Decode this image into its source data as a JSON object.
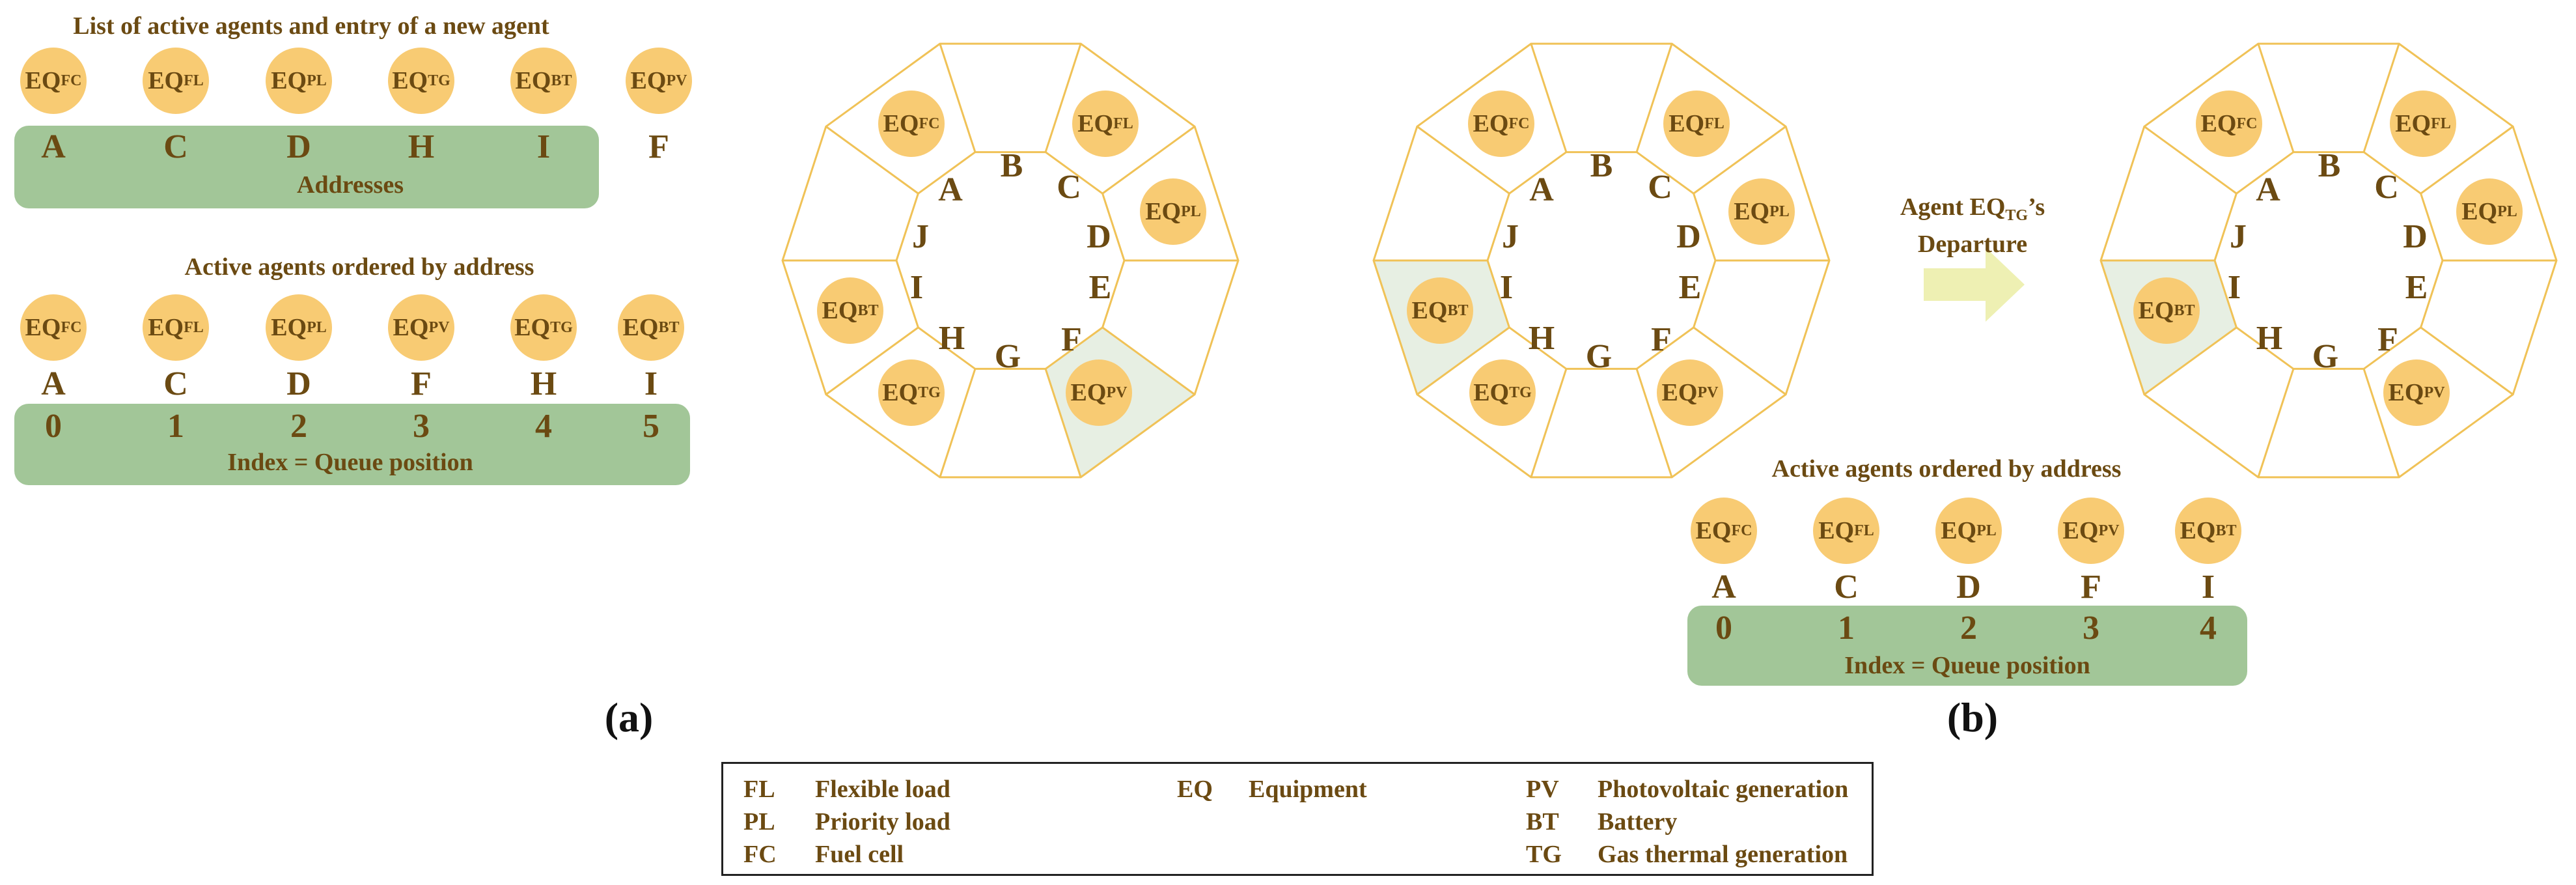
{
  "panel_a": {
    "top_title": "List of active agents and entry of a new agent",
    "top_agents": [
      {
        "base": "EQ",
        "sub": "FC",
        "letter": "A"
      },
      {
        "base": "EQ",
        "sub": "FL",
        "letter": "C"
      },
      {
        "base": "EQ",
        "sub": "PL",
        "letter": "D"
      },
      {
        "base": "EQ",
        "sub": "TG",
        "letter": "H"
      },
      {
        "base": "EQ",
        "sub": "BT",
        "letter": "I"
      },
      {
        "base": "EQ",
        "sub": "PV",
        "letter": "F"
      }
    ],
    "addresses_label": "Addresses",
    "ordered_title": "Active agents ordered by address",
    "ordered_agents": [
      {
        "base": "EQ",
        "sub": "FC",
        "letter": "A",
        "index": "0"
      },
      {
        "base": "EQ",
        "sub": "FL",
        "letter": "C",
        "index": "1"
      },
      {
        "base": "EQ",
        "sub": "PL",
        "letter": "D",
        "index": "2"
      },
      {
        "base": "EQ",
        "sub": "PV",
        "letter": "F",
        "index": "3"
      },
      {
        "base": "EQ",
        "sub": "TG",
        "letter": "H",
        "index": "4"
      },
      {
        "base": "EQ",
        "sub": "BT",
        "letter": "I",
        "index": "5"
      }
    ],
    "index_label": "Index = Queue position",
    "panel_label": "(a)"
  },
  "rings": [
    {
      "letters": [
        "A",
        "B",
        "C",
        "D",
        "E",
        "F",
        "G",
        "H",
        "I",
        "J"
      ],
      "agents": [
        {
          "base": "EQ",
          "sub": "FC"
        },
        {
          "base": "EQ",
          "sub": "FL"
        },
        {
          "base": "EQ",
          "sub": "PL"
        },
        {
          "base": "EQ",
          "sub": "PV"
        },
        {
          "base": "EQ",
          "sub": "TG"
        },
        {
          "base": "EQ",
          "sub": "BT"
        }
      ]
    },
    {
      "letters": [
        "A",
        "B",
        "C",
        "D",
        "E",
        "F",
        "G",
        "H",
        "I",
        "J"
      ],
      "agents": [
        {
          "base": "EQ",
          "sub": "FC"
        },
        {
          "base": "EQ",
          "sub": "FL"
        },
        {
          "base": "EQ",
          "sub": "PL"
        },
        {
          "base": "EQ",
          "sub": "PV"
        },
        {
          "base": "EQ",
          "sub": "TG"
        },
        {
          "base": "EQ",
          "sub": "BT"
        }
      ]
    },
    {
      "letters": [
        "A",
        "B",
        "C",
        "D",
        "E",
        "F",
        "G",
        "H",
        "I",
        "J"
      ],
      "agents": [
        {
          "base": "EQ",
          "sub": "FC"
        },
        {
          "base": "EQ",
          "sub": "FL"
        },
        {
          "base": "EQ",
          "sub": "PL"
        },
        {
          "base": "EQ",
          "sub": "PV"
        },
        {
          "base": "EQ",
          "sub": "BT"
        }
      ]
    }
  ],
  "panel_b": {
    "departure_line1_pre": "Agent EQ",
    "departure_line1_sub": "TG",
    "departure_line1_post": "’s",
    "departure_line2": "Departure",
    "ordered_title": "Active agents ordered by address",
    "ordered_agents": [
      {
        "base": "EQ",
        "sub": "FC",
        "letter": "A",
        "index": "0"
      },
      {
        "base": "EQ",
        "sub": "FL",
        "letter": "C",
        "index": "1"
      },
      {
        "base": "EQ",
        "sub": "PL",
        "letter": "D",
        "index": "2"
      },
      {
        "base": "EQ",
        "sub": "PV",
        "letter": "F",
        "index": "3"
      },
      {
        "base": "EQ",
        "sub": "BT",
        "letter": "I",
        "index": "4"
      }
    ],
    "index_label": "Index = Queue position",
    "panel_label": "(b)"
  },
  "legend": {
    "col1": [
      {
        "abbr": "FL",
        "text": "Flexible load"
      },
      {
        "abbr": "PL",
        "text": "Priority load"
      },
      {
        "abbr": "FC",
        "text": "Fuel cell"
      }
    ],
    "col2": [
      {
        "abbr": "EQ",
        "text": "Equipment"
      }
    ],
    "col3": [
      {
        "abbr": "PV",
        "text": "Photovoltaic generation"
      },
      {
        "abbr": "BT",
        "text": "Battery"
      },
      {
        "abbr": "TG",
        "text": "Gas thermal generation"
      }
    ]
  },
  "colors": {
    "agent_fill": "#f8cb73",
    "bar_fill": "#a2c698",
    "ring_stroke": "#f0c257",
    "highlight_fill": "#e7efe3",
    "arrow_fill": "#eef0b3",
    "text": "#6b4a12"
  }
}
